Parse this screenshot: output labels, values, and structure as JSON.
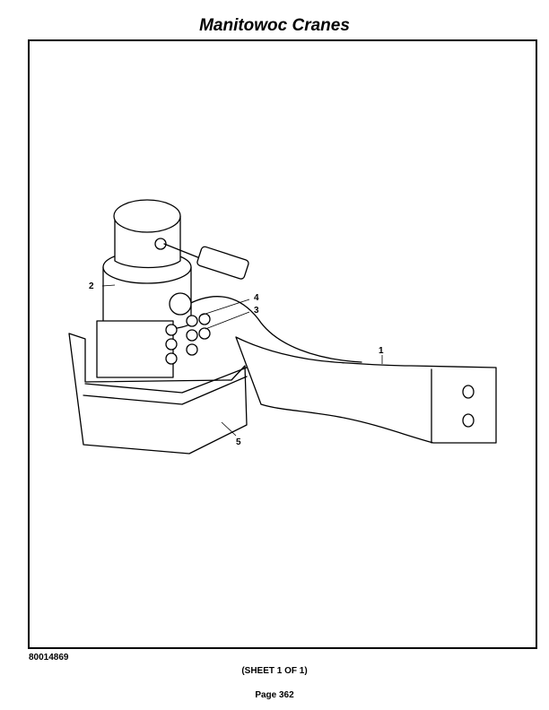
{
  "header": {
    "title": "Manitowoc Cranes"
  },
  "drawing": {
    "callouts": [
      "1",
      "2",
      "3",
      "4",
      "5"
    ]
  },
  "footer": {
    "drawing_number": "80014869",
    "sheet": "(SHEET 1 OF 1)",
    "page": "Page 362"
  }
}
